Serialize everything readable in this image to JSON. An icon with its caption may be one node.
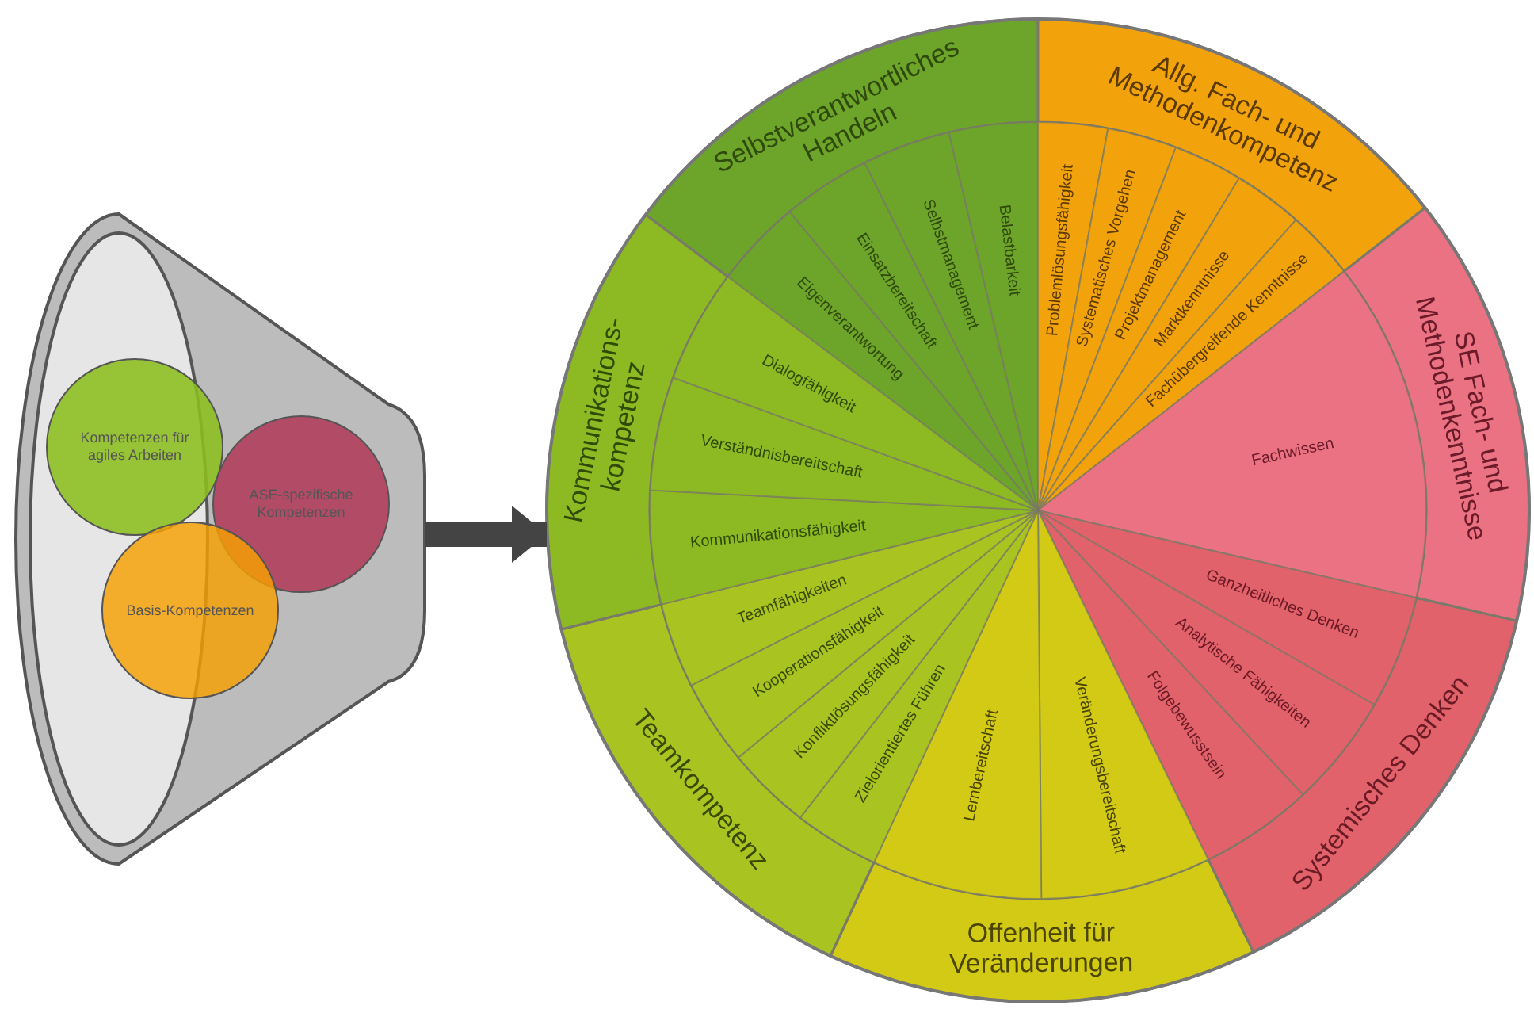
{
  "diagram": {
    "nodes": [
      {
        "text": [],
        "shape": "cone"
      },
      {
        "text": [
          "Kompetenzen für agiles Arbeiten"
        ],
        "in": 0
      },
      {
        "text": [
          "ASE-spezifische Kompetenzen"
        ],
        "in": 0
      },
      {
        "text": [
          "Basis-Kompetenzen"
        ],
        "in": 0
      },
      {
        "text": [],
        "shape": "circle"
      },
      {
        "text": [
          "Selbstverantwortliches Handeln"
        ],
        "in": 4
      },
      {
        "text": [
          "Eigenverantwortung"
        ],
        "in": 4
      },
      {
        "text": [
          "Einsatzbereitschaft"
        ],
        "in": 4
      },
      {
        "text": [
          "Selbstmanagement"
        ],
        "in": 4
      },
      {
        "text": [
          "Belastbarkeit"
        ],
        "in": 4
      },
      {
        "text": [
          "Allg. Fach- und Methodenkompetenz"
        ],
        "in": 4
      },
      {
        "text": [
          "Problemlösungsfähigkeit"
        ],
        "in": 4
      },
      {
        "text": [
          "Systematisches Vorgehen"
        ],
        "in": 4
      },
      {
        "text": [
          "Projektmanagement"
        ],
        "in": 4
      },
      {
        "text": [
          "Marktkenntnisse"
        ],
        "in": 4
      },
      {
        "text": [
          "Fachübergreifende Kenntnisse"
        ],
        "in": 4
      },
      {
        "text": [
          "SE Fach- und Methodenkenntnisse"
        ],
        "in": 4
      },
      {
        "text": [
          "Fachwissen"
        ],
        "in": 4
      },
      {
        "text": [
          "Systemisches Denken"
        ],
        "in": 4
      },
      {
        "text": [
          "Ganzheitliches Denken"
        ],
        "in": 4
      },
      {
        "text": [
          "Analytische Fähigkeiten"
        ],
        "in": 4
      },
      {
        "text": [
          "Folgebewusstsein"
        ],
        "in": 4
      },
      {
        "text": [
          "Offenheit für Veränderungen"
        ],
        "in": 4
      },
      {
        "text": [
          "Veränderungsbereitschaft"
        ],
        "in": 4
      },
      {
        "text": [
          "Lernbereitschaft"
        ],
        "in": 4
      },
      {
        "text": [
          "Teamkompetenz"
        ],
        "in": 4
      },
      {
        "text": [
          "Zielorientiertes Führen"
        ],
        "in": 4
      },
      {
        "text": [
          "Konfliktlösungsfähigkeit"
        ],
        "in": 4
      },
      {
        "text": [
          "Kooperationsfähigkeit"
        ],
        "in": 4
      },
      {
        "text": [
          "Teamfähigkeiten"
        ],
        "in": 4
      },
      {
        "text": [
          "Kommunikations- kompetenz"
        ],
        "in": 4
      },
      {
        "text": [
          "Kommunikationsfähigkeit"
        ],
        "in": 4
      },
      {
        "text": [
          "Verständnisbereitschaft"
        ],
        "in": 4
      },
      {
        "text": [
          "Dialogfähigkeit"
        ],
        "in": 4
      }
    ],
    "edges": [
      {
        "from": 0,
        "to": 4,
        "arrow": "to"
      }
    ]
  }
}
